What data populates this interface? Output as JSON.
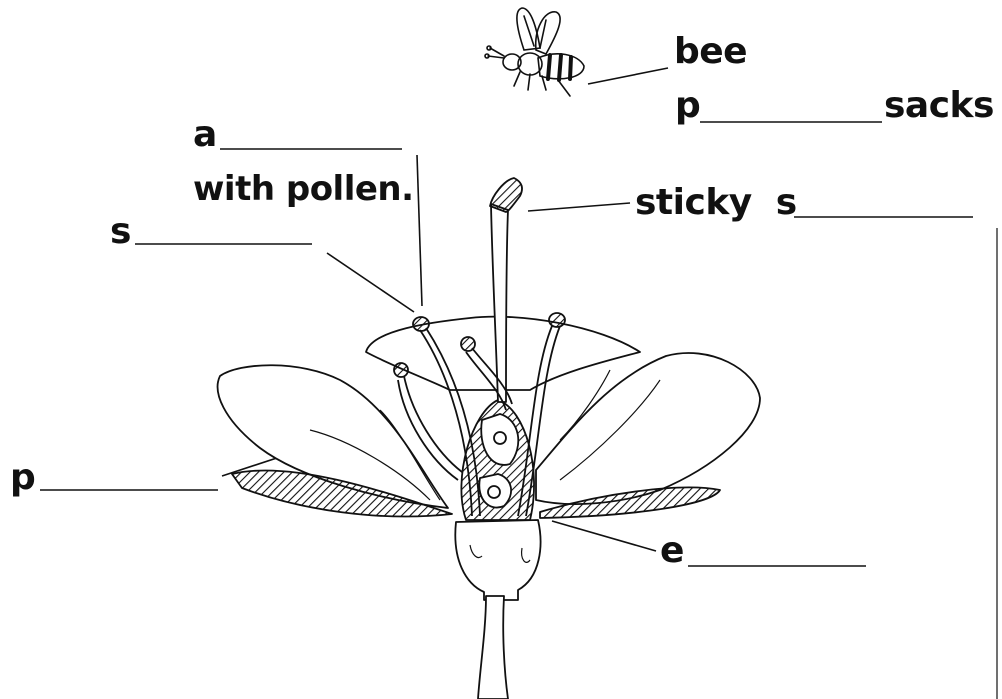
{
  "labels": {
    "bee": "bee",
    "pollen_sacks_prefix": "p",
    "pollen_sacks_suffix": "sacks",
    "anther_prefix": "a",
    "anther_line2": "with pollen.",
    "stamen_prefix": "s",
    "stigma_prefix": "sticky  s",
    "petal_prefix": "p",
    "sepal_prefix": "e"
  },
  "colors": {
    "ink": "#111111",
    "background": "#ffffff"
  }
}
